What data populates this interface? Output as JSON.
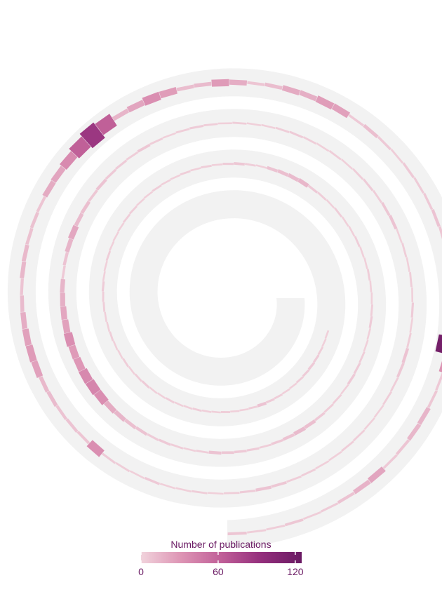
{
  "chart_data": {
    "type": "spiral-bar",
    "value_range": [
      0,
      125
    ],
    "series": [
      {
        "values": [
          0,
          0,
          0,
          0,
          0,
          0,
          0,
          0,
          0,
          0,
          0,
          0,
          0,
          0,
          0,
          0,
          0,
          0,
          0,
          0,
          0,
          0,
          0,
          0,
          0,
          0,
          0,
          0,
          0,
          0,
          0,
          0,
          0,
          0,
          0,
          0,
          0,
          0,
          0,
          0,
          0,
          0,
          0,
          0,
          0,
          0,
          0,
          0,
          0,
          0,
          0,
          0,
          0,
          0,
          0,
          0,
          0,
          0,
          0,
          0,
          0,
          0,
          0,
          0,
          0,
          0,
          0,
          0,
          0,
          0,
          0,
          0,
          0,
          0,
          0,
          0,
          0,
          0,
          0,
          0,
          2,
          2,
          3,
          4,
          5,
          4,
          3,
          2,
          2,
          3,
          4,
          8,
          3,
          2,
          2,
          3,
          2,
          2,
          3,
          2,
          2,
          3,
          2,
          2,
          4,
          3,
          2,
          3,
          2,
          2,
          3,
          2,
          2,
          3,
          3,
          4,
          2,
          2,
          3,
          2,
          2,
          2,
          3,
          3,
          2,
          2,
          3,
          2,
          2,
          3,
          2,
          3,
          2,
          4,
          6,
          3,
          2,
          8,
          10,
          12,
          14,
          5,
          3,
          2,
          3,
          2,
          2,
          3,
          2,
          2,
          3,
          2,
          2,
          3,
          4,
          2,
          2,
          3,
          4,
          5,
          2,
          3,
          3,
          5,
          10,
          12,
          8,
          5,
          3,
          4,
          5,
          6,
          8,
          3,
          2,
          3,
          5,
          4,
          8,
          10,
          15,
          20,
          35,
          40,
          38,
          30,
          28,
          35,
          25,
          22,
          18,
          15,
          5,
          8,
          15,
          22,
          12,
          10,
          6,
          8,
          5,
          4,
          3,
          6,
          3,
          2,
          3,
          4,
          3,
          2,
          3,
          2,
          2,
          3,
          4,
          3,
          2,
          3,
          2,
          3,
          4,
          3,
          6,
          8,
          2,
          3,
          2,
          3,
          2,
          4,
          2,
          3,
          8,
          6,
          3,
          3,
          2,
          2,
          3,
          3,
          2,
          2,
          3,
          3,
          6,
          8,
          4,
          3,
          2,
          3,
          2,
          2,
          5,
          2,
          3,
          4,
          35,
          7,
          8,
          8,
          12,
          13,
          25,
          28,
          25,
          19,
          12,
          8,
          14,
          13,
          9,
          9,
          7,
          20,
          23,
          37,
          62,
          88,
          62,
          15,
          23,
          35,
          27,
          11,
          12,
          28,
          19,
          7,
          11,
          20,
          18,
          27,
          25,
          5,
          10,
          5,
          3,
          5,
          4,
          5,
          8,
          6,
          4,
          6,
          11,
          12,
          34,
          117,
          32,
          5,
          6,
          15,
          14,
          7,
          5,
          23,
          16,
          8,
          4,
          3,
          6,
          3,
          3,
          7
        ]
      }
    ],
    "colorbar": {
      "title": "Number of publications",
      "ticks": [
        0,
        60,
        120
      ],
      "colors": [
        "#f1d3dc",
        "#dd94b4",
        "#c05f98",
        "#932e7c",
        "#6a1a63"
      ]
    }
  }
}
